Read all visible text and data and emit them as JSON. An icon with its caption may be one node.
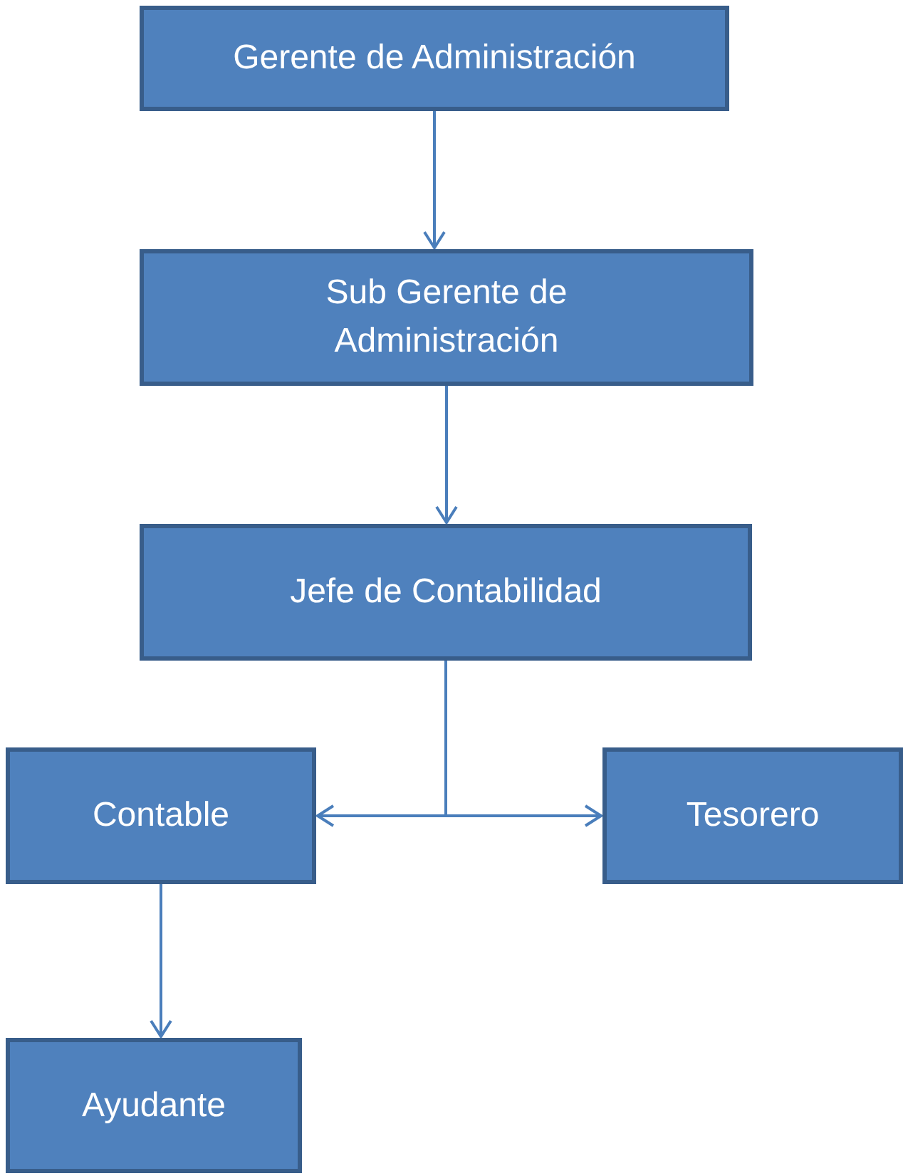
{
  "diagram": {
    "nodes": [
      {
        "text": [
          "Gerente de Administración"
        ]
      },
      {
        "text": [
          "Sub Gerente de Administración"
        ]
      },
      {
        "text": [
          "Jefe de Contabilidad"
        ]
      },
      {
        "text": [
          "Contable"
        ]
      },
      {
        "text": [
          "Tesorero"
        ]
      },
      {
        "text": [
          "Ayudante"
        ]
      }
    ],
    "edges": [
      {
        "from": 0,
        "to": 1,
        "arrow": "to"
      },
      {
        "from": 1,
        "to": 2,
        "arrow": "to"
      },
      {
        "from": 2,
        "to": 3,
        "arrow": "to"
      },
      {
        "from": 2,
        "to": 4,
        "arrow": "to"
      },
      {
        "from": 3,
        "to": 5,
        "arrow": "to"
      }
    ]
  }
}
